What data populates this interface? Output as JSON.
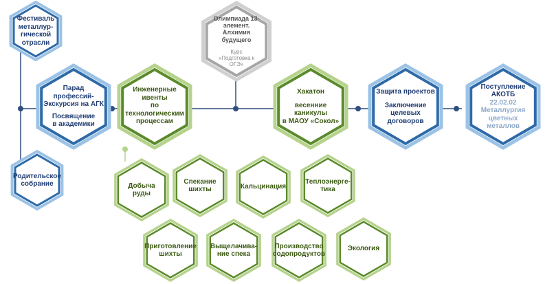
{
  "nodes": {
    "festival": {
      "lines": [
        "Фестиваль",
        "металлур-",
        "гической",
        "отрасли"
      ]
    },
    "parade": {
      "lines": [
        "Парад",
        "профессий-",
        "Экскурсия  на АГК",
        "",
        "Посвящение",
        "в академики"
      ]
    },
    "parents": {
      "lines": [
        "Родительское",
        "собрание"
      ]
    },
    "engineering": {
      "lines": [
        "Инженерные",
        "ивенты",
        "по",
        "технологическим",
        "процессам"
      ]
    },
    "olympiad": {
      "lines": [
        "Олимпиада 13-",
        "элемент.",
        "Алхимия",
        "будущего"
      ],
      "sub_lines": [
        "Курс",
        "«Подготовка к",
        "ОГЭ»"
      ]
    },
    "hackathon": {
      "lines": [
        "Хакатон",
        "",
        "весенние",
        "каникулы",
        "в МАОУ «Сокол»"
      ]
    },
    "defense": {
      "lines": [
        "Защита проектов",
        "",
        "Заключение",
        "целевых",
        "договоров"
      ]
    },
    "admission": {
      "lines": [
        "Поступление",
        "АКОТБ"
      ],
      "sub_lines": [
        "22.02.02",
        "Металлургия",
        "цветных",
        "металлов"
      ]
    },
    "mining": {
      "lines": [
        "Добыча",
        "руды"
      ]
    },
    "sintering": {
      "lines": [
        "Спекание",
        "шихты"
      ]
    },
    "calcination": {
      "lines": [
        "Кальцинация"
      ]
    },
    "heat_power": {
      "lines": [
        "Теплоэнерге-",
        "тика"
      ]
    },
    "charge_prep": {
      "lines": [
        "Приготовление",
        "шихты"
      ]
    },
    "leaching": {
      "lines": [
        "Выщелачива-",
        "ние спека"
      ]
    },
    "soda": {
      "lines": [
        "Производство",
        "содопродуктов"
      ]
    },
    "ecology": {
      "lines": [
        "Экология"
      ]
    }
  },
  "colors": {
    "blue_dark": "#2e6aa8",
    "blue_light": "#9cc3e6",
    "green_dark": "#5b8a2b",
    "green_light": "#b6d38d",
    "grey_dark": "#a6a6a6",
    "grey_light": "#d0d0d0",
    "line": "#2f4f7f"
  }
}
